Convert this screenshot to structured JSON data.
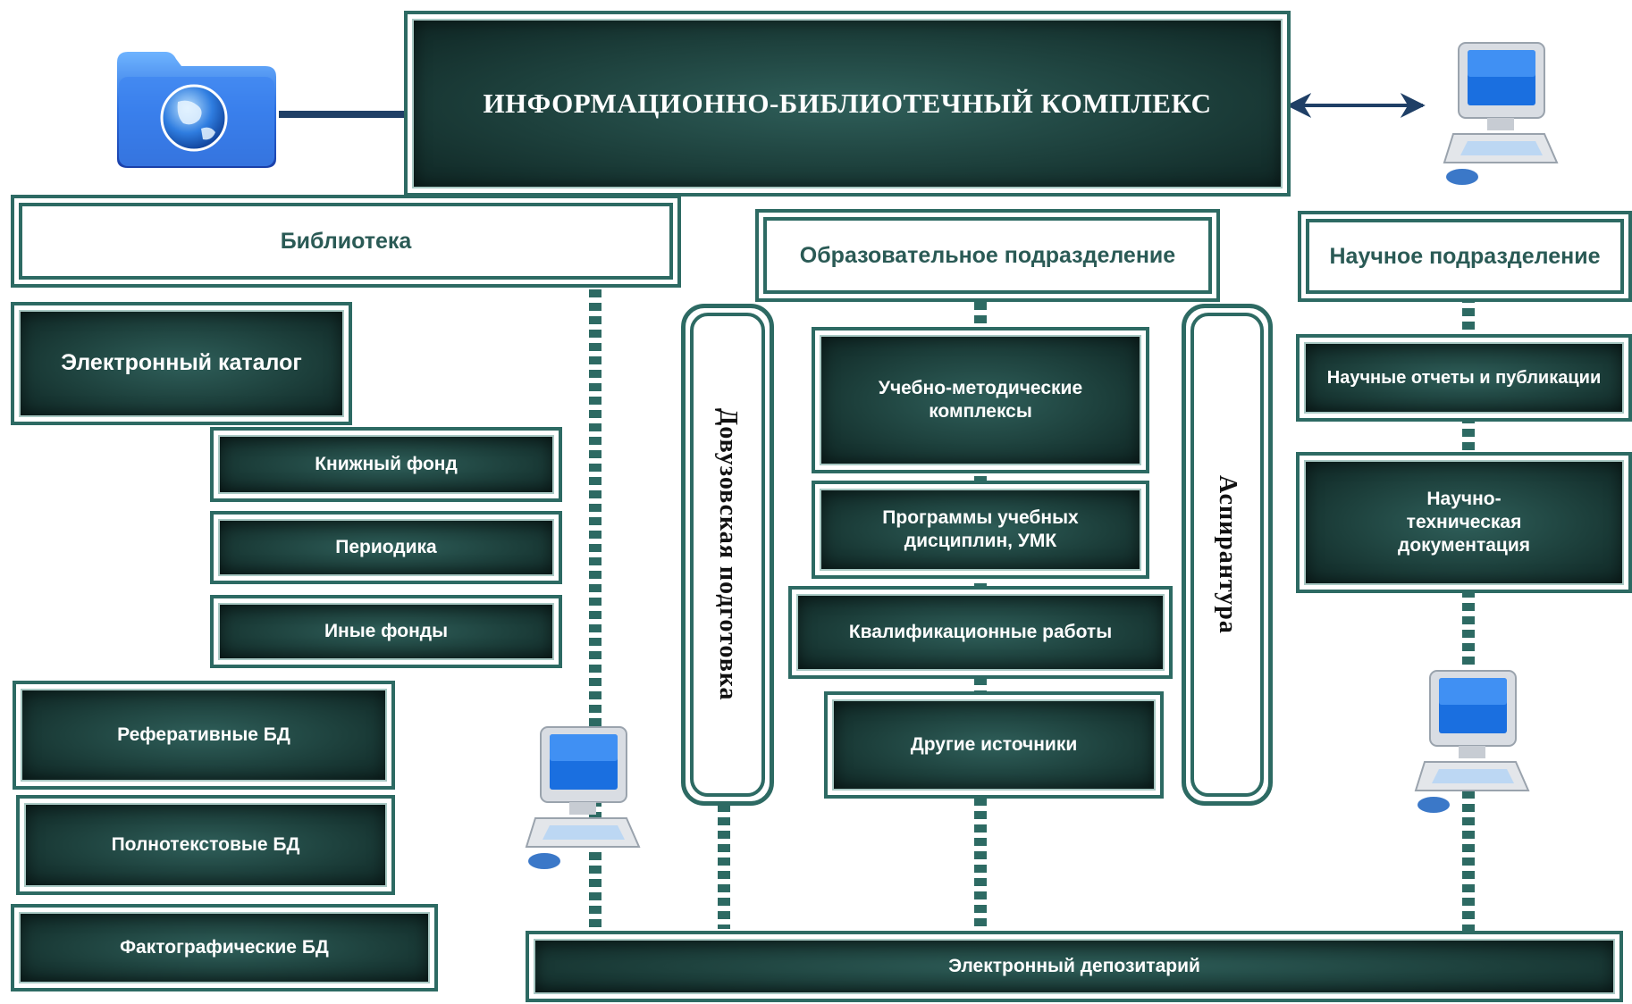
{
  "main": {
    "title": "ИНФОРМАЦИОННО-БИБЛИОТЕЧНЫЙ КОМПЛЕКС"
  },
  "library": {
    "label": "Библиотека",
    "items": [
      "Электронный каталог",
      "Книжный фонд",
      "Периодика",
      "Иные фонды",
      "Реферативные БД",
      "Полнотекстовые БД",
      "Фактографические БД"
    ]
  },
  "education": {
    "label": "Образовательное подразделение",
    "items": [
      "Учебно-методические комплексы",
      "Программы учебных дисциплин, УМК",
      "Квалификационные работы",
      "Другие источники"
    ],
    "pre_university": "Довузовская подготовка",
    "postgraduate": "Аспирантура"
  },
  "science": {
    "label": "Научное подразделение",
    "items": [
      "Научные отчеты и публикации",
      "Научно-техническая документация"
    ]
  },
  "repository": {
    "label": "Электронный депозитарий"
  },
  "colors": {
    "frame": "#2d6a63",
    "box_dark": "#1d403c",
    "connector": "#2d6a63",
    "arrow": "#1f3f66"
  },
  "icons": [
    "folder-globe-icon",
    "computer-icon"
  ]
}
